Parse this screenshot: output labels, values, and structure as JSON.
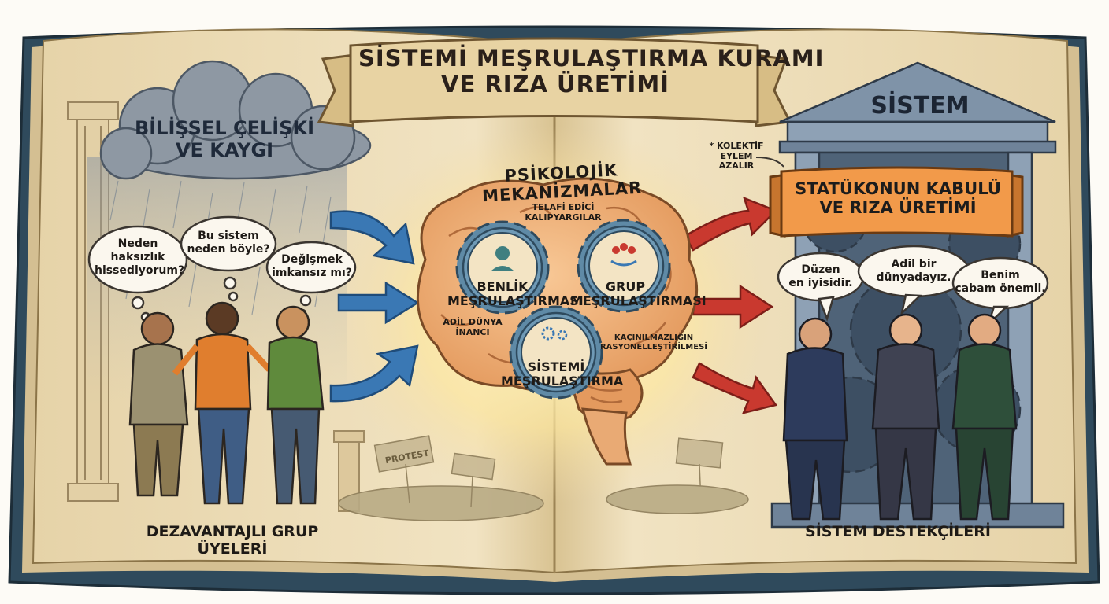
{
  "title": {
    "line1": "SİSTEMİ MEŞRULAŞTIRMA KURAMI",
    "line2": "VE RIZA ÜRETİMİ"
  },
  "left": {
    "cloud": {
      "line1": "BİLİŞSEL ÇELİŞKİ",
      "line2": "VE KAYGI"
    },
    "bubbles": [
      {
        "line1": "Neden",
        "line2": "haksızlık",
        "line3": "hissediyorum?"
      },
      {
        "line1": "Bu sistem",
        "line2": "neden böyle?"
      },
      {
        "line1": "Değişmek",
        "line2": "imkansız mı?"
      }
    ],
    "protest_sign": "PROTEST",
    "footer": "DEZAVANTAJLI GRUP ÜYELERİ"
  },
  "center": {
    "heading": "PSİKOLOJİK MEKANİZMALAR",
    "labels": {
      "telafi": {
        "line1": "TELAFİ EDİCİ",
        "line2": "KALIPYARGILAR"
      },
      "adil": {
        "line1": "ADİL DÜNYA",
        "line2": "İNANCI"
      },
      "kacinilmaz": {
        "line1": "KAÇINILMAZLIĞIN",
        "line2": "RASYONELLEŞTİRİLMESİ"
      }
    },
    "gears": {
      "benlik": {
        "line1": "BENLİK",
        "line2": "MEŞRULAŞTIRMASI"
      },
      "grup": {
        "line1": "GRUP",
        "line2": "MEŞRULAŞTIRMASI"
      },
      "sistemi": {
        "line1": "SİSTEMİ",
        "line2": "MEŞRULAŞTIRMA"
      }
    }
  },
  "right": {
    "building": "SİSTEM",
    "note": {
      "line1": "* KOLEKTİF",
      "line2": "EYLEM",
      "line3": "AZALIR"
    },
    "banner": {
      "line1": "STATÜKONUN KABULÜ",
      "line2": "VE RIZA ÜRETİMİ"
    },
    "bubbles": [
      {
        "line1": "Düzen",
        "line2": "en iyisidir."
      },
      {
        "line1": "Adil bir",
        "line2": "dünyadayız."
      },
      {
        "line1": "Benim",
        "line2": "çabam önemli."
      }
    ],
    "footer": "SİSTEM DESTEKÇİLERİ"
  },
  "colors": {
    "book_cover": "#2f4a5c",
    "page": "#efe0bd",
    "brain": "#f0b27a",
    "gear": "#5f8aa6",
    "blue_arrow": "#3a78b4",
    "red_arrow": "#c9392f",
    "banner": "#f29a4a",
    "ribbon": "#e8d3a3",
    "suit_navy": "#2d3b5c",
    "suit_green": "#2e4f3a"
  }
}
